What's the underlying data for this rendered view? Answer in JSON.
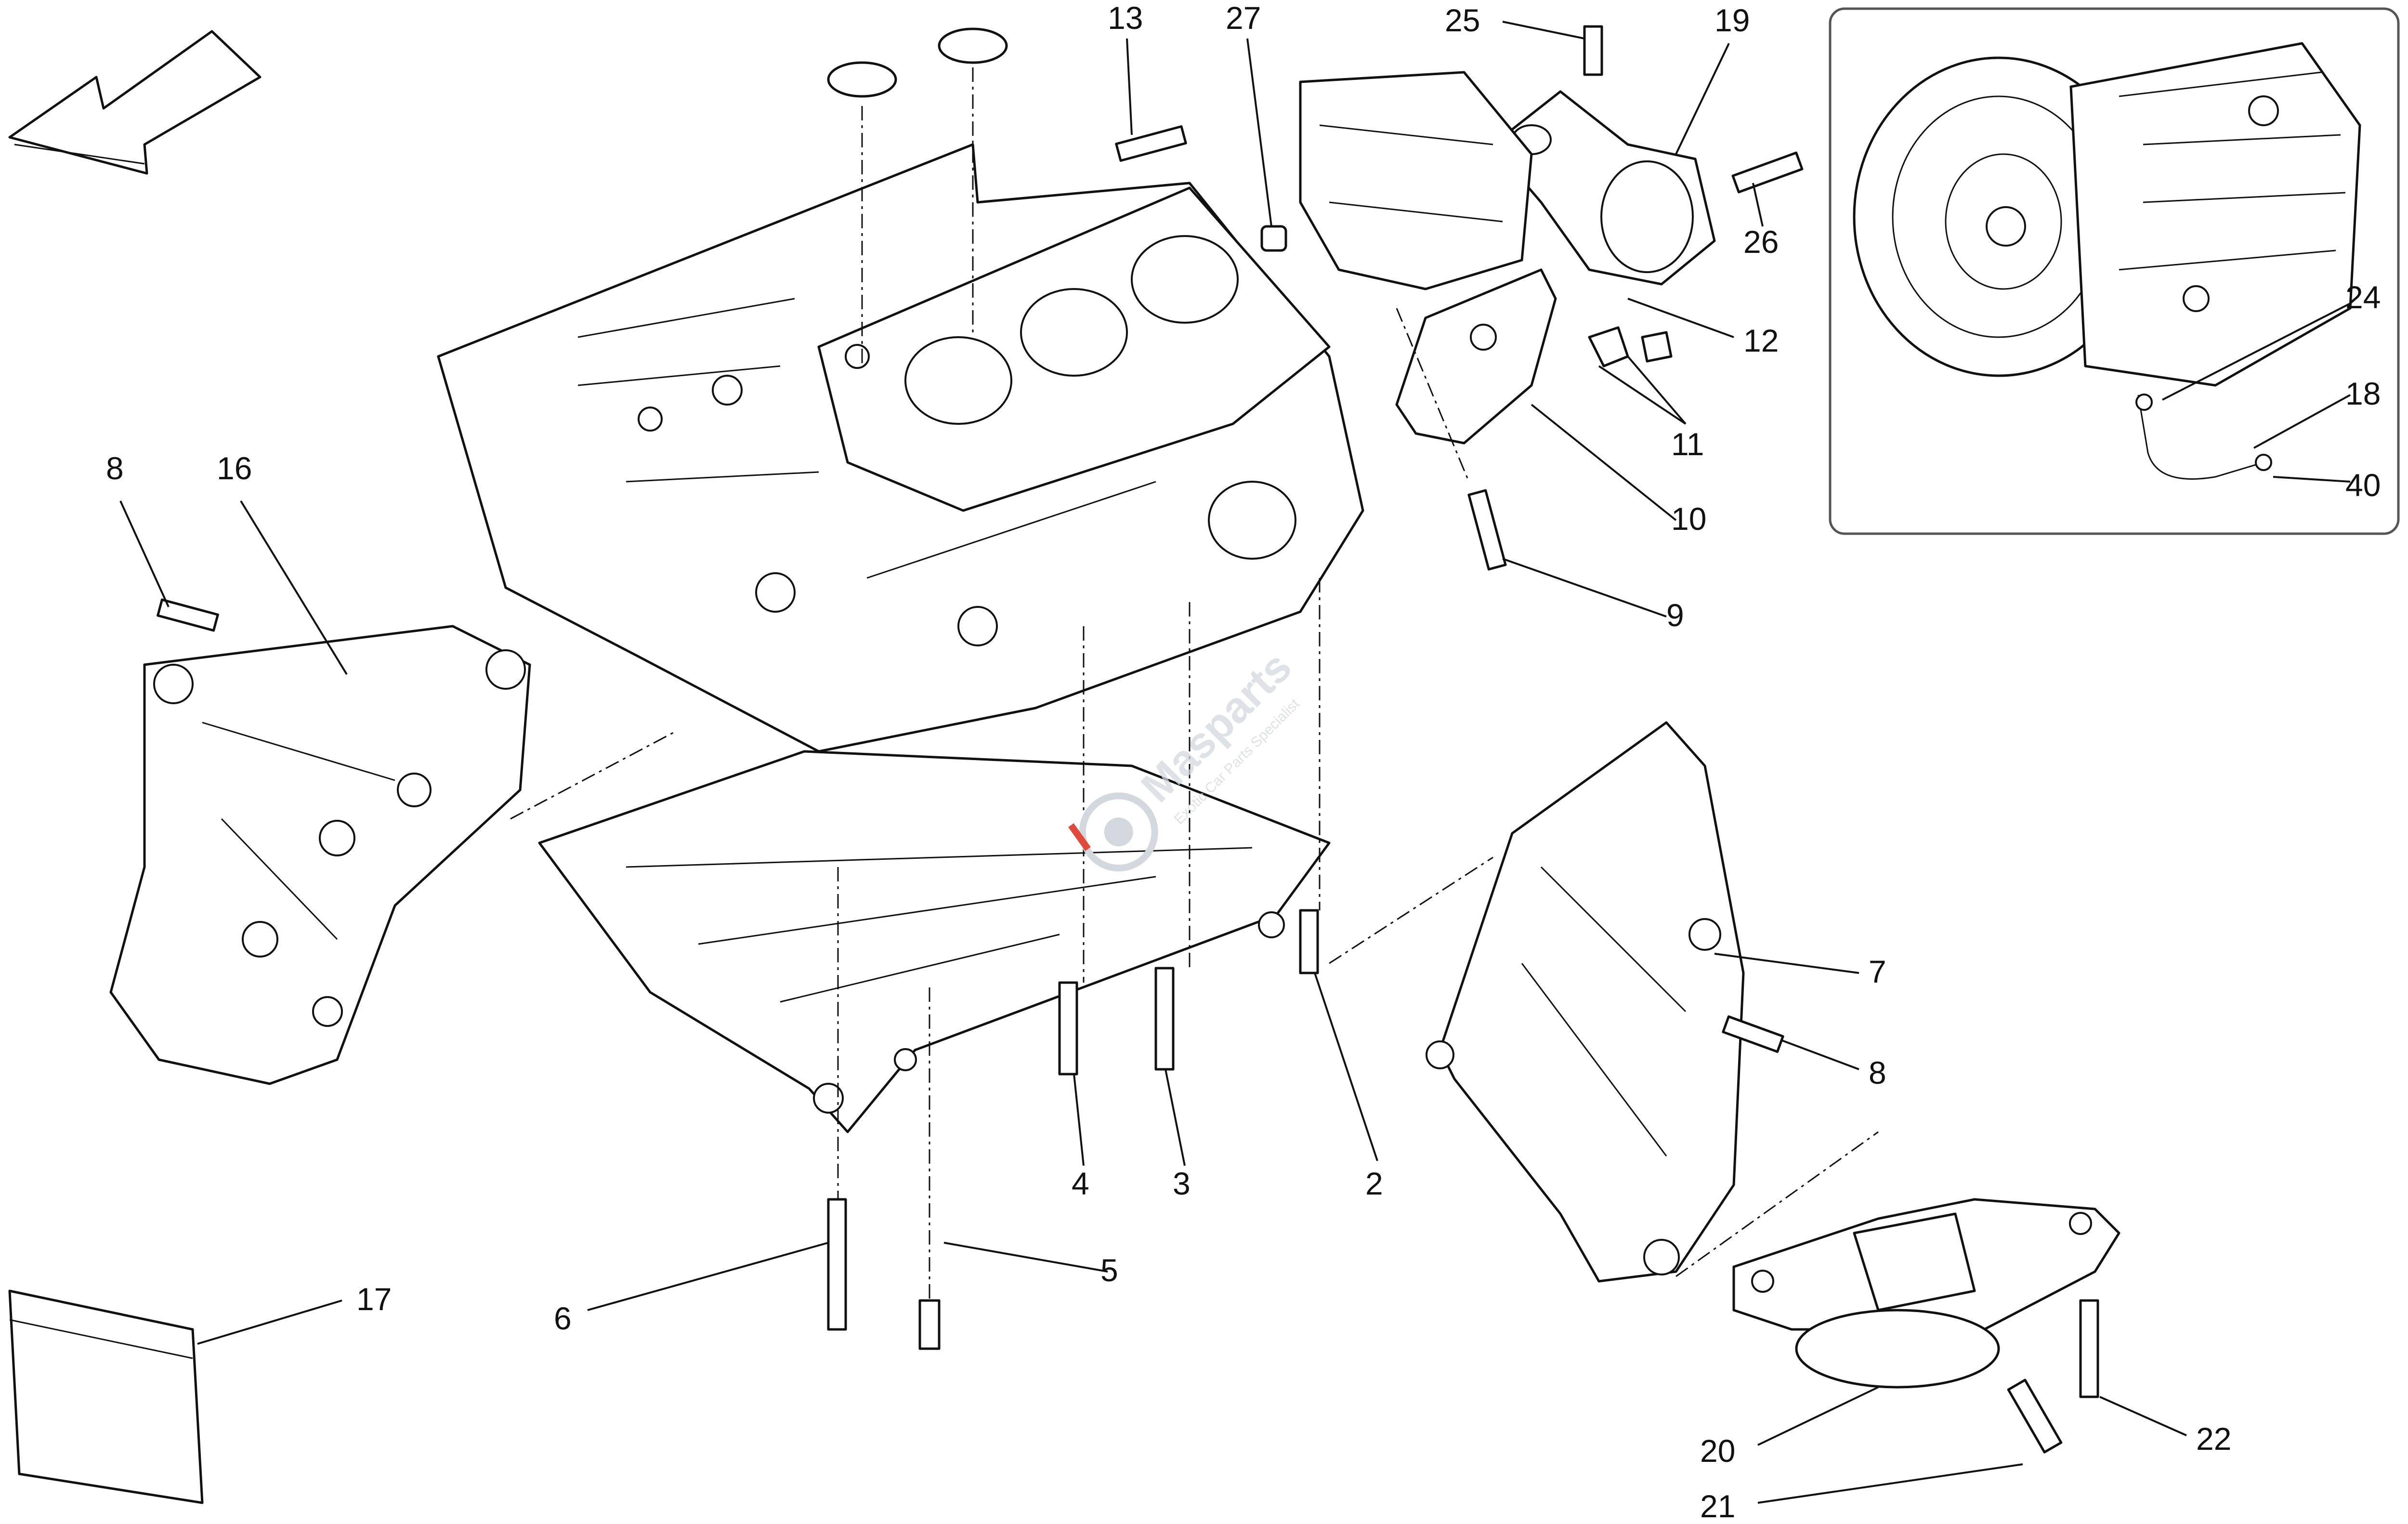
{
  "callouts": {
    "c13": "13",
    "c27": "27",
    "c25": "25",
    "c19": "19",
    "c26": "26",
    "c12": "12",
    "c11": "11",
    "c10": "10",
    "c9": "9",
    "c24": "24",
    "c18": "18",
    "c40": "40",
    "c8a": "8",
    "c16": "16",
    "c7": "7",
    "c8b": "8",
    "c4": "4",
    "c3": "3",
    "c2": "2",
    "c5": "5",
    "c6": "6",
    "c17": "17",
    "c20": "20",
    "c21": "21",
    "c22": "22"
  },
  "watermark": {
    "brand": "Masparts",
    "tagline": "Exotic Car Parts Specialist"
  },
  "colors": {
    "line": "#111111",
    "inset_border": "#555555",
    "watermark": "#d3d8de",
    "watermark_accent": "#e04a3a"
  },
  "icons": [
    "direction-arrow-icon",
    "watermark-logo-icon"
  ]
}
